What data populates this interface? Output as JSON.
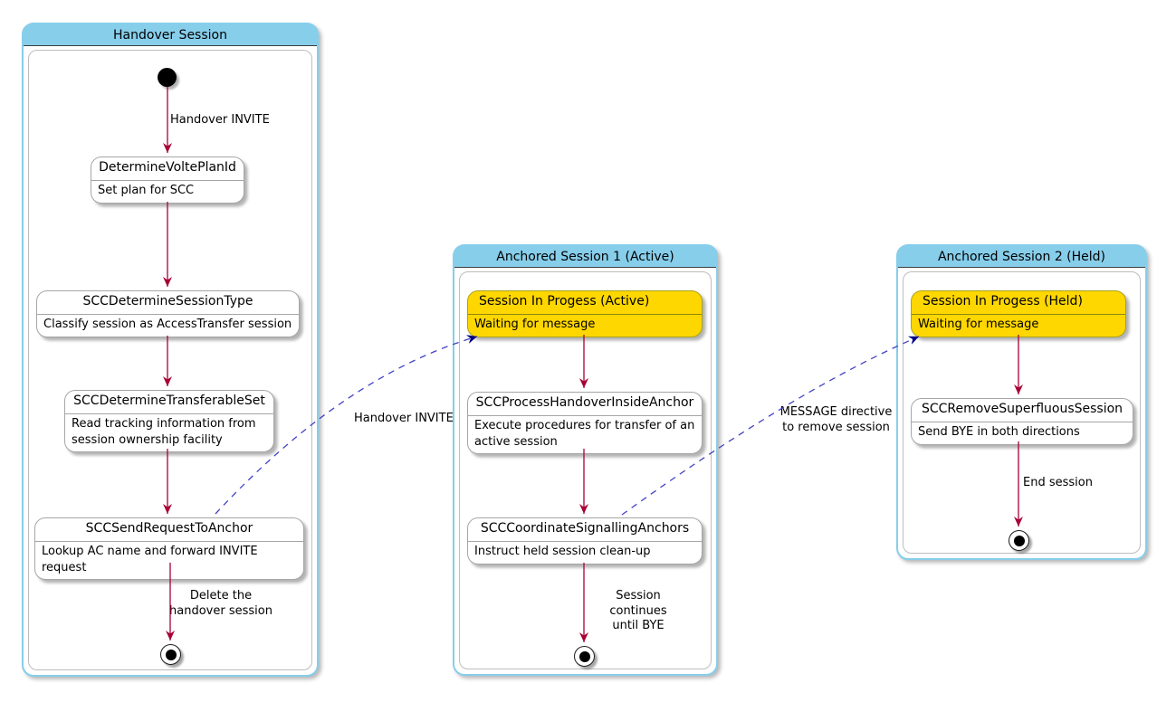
{
  "diagram": {
    "containers": [
      {
        "title": "Handover Session"
      },
      {
        "title": "Anchored Session 1 (Active)"
      },
      {
        "title": "Anchored Session 2 (Held)"
      }
    ],
    "states": {
      "determine_volte_plan_id": {
        "title": "DetermineVoltePlanId",
        "body": "Set plan for SCC"
      },
      "scc_determine_session_type": {
        "title": "SCCDetermineSessionType",
        "body": "Classify session as AccessTransfer session"
      },
      "scc_determine_transferable_set": {
        "title": "SCCDetermineTransferableSet",
        "body": "Read tracking information from\nsession ownership facility"
      },
      "scc_send_request_to_anchor": {
        "title": "SCCSendRequestToAnchor",
        "body": "Lookup AC name and forward INVITE request"
      },
      "session_in_progress_active": {
        "title": "Session In Progess (Active)",
        "body": "Waiting for message"
      },
      "scc_process_handover_inside_anchor": {
        "title": "SCCProcessHandoverInsideAnchor",
        "body": "Execute procedures for transfer of an\nactive session"
      },
      "scc_coordinate_signalling_anchors": {
        "title": "SCCCoordinateSignallingAnchors",
        "body": "Instruct held session clean-up"
      },
      "session_in_progress_held": {
        "title": "Session In Progess (Held)",
        "body": "Waiting for message"
      },
      "scc_remove_superfluous_session": {
        "title": "SCCRemoveSuperfluousSession",
        "body": "Send BYE in both directions"
      }
    },
    "edge_labels": {
      "handover_invite_start": "Handover INVITE",
      "delete_handover_session": "Delete the\nhandover session",
      "handover_invite_dashed": "Handover INVITE",
      "session_continues_until_bye": "Session continues\nuntil BYE",
      "message_directive": "MESSAGE directive\nto remove session",
      "end_session": "End session"
    },
    "colors": {
      "container_header_fill": "#87CEEB",
      "container_border": "#87CEEB",
      "state_fill": "#FFFFFF",
      "state_border": "#A6A6A6",
      "highlight_state_fill": "#FFD700",
      "solid_arrow": "#A80036",
      "dashed_arrow": "#4343C4",
      "text": "#000000"
    }
  }
}
